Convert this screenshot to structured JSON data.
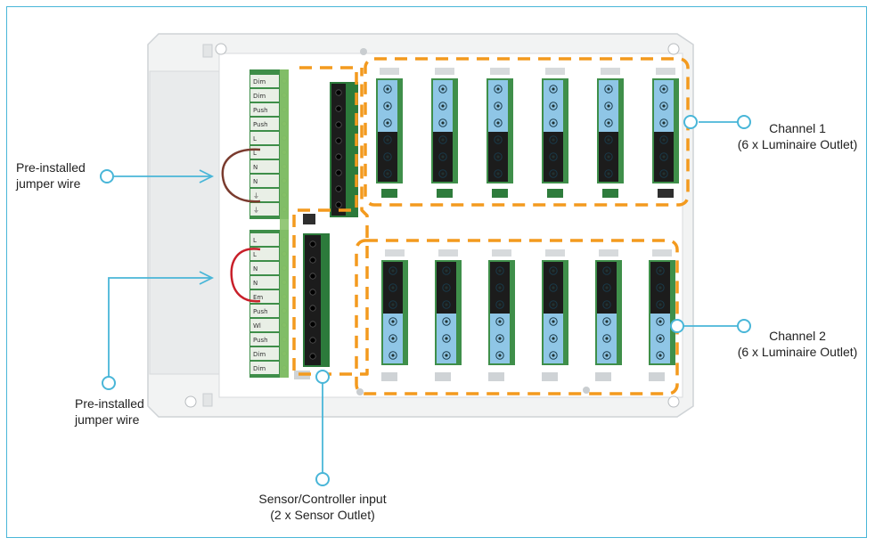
{
  "labels": {
    "jumper_top": {
      "line1": "Pre-installed",
      "line2": "jumper wire"
    },
    "jumper_bottom": {
      "line1": "Pre-installed",
      "line2": "jumper wire"
    },
    "channel1": {
      "line1": "Channel 1",
      "line2": "(6 x Luminaire Outlet)"
    },
    "channel2": {
      "line1": "Channel 2",
      "line2": "(6 x Luminaire Outlet)"
    },
    "sensor": {
      "line1": "Sensor/Controller input",
      "line2": "(2 x Sensor Outlet)"
    }
  },
  "terminal_marks_top": [
    "Dim",
    "Dim",
    "Push",
    "Push",
    "L",
    "L",
    "N",
    "N",
    "⏚",
    "⏚"
  ],
  "terminal_marks_bottom": [
    "L",
    "L",
    "N",
    "N",
    "Em",
    "Push",
    "Wl",
    "Push",
    "Dim",
    "Dim"
  ],
  "colors": {
    "frame": "#49b6d8",
    "callout_line": "#49b6d8",
    "dashed_box": "#f39a1e",
    "housing": "#f1f2f2",
    "pcb": "#3f8f4a",
    "connector_black": "#1c1c1c",
    "connector_blue": "#8fc6e6",
    "jumper_top": "#7a3b2e",
    "jumper_bottom": "#c8202a"
  }
}
